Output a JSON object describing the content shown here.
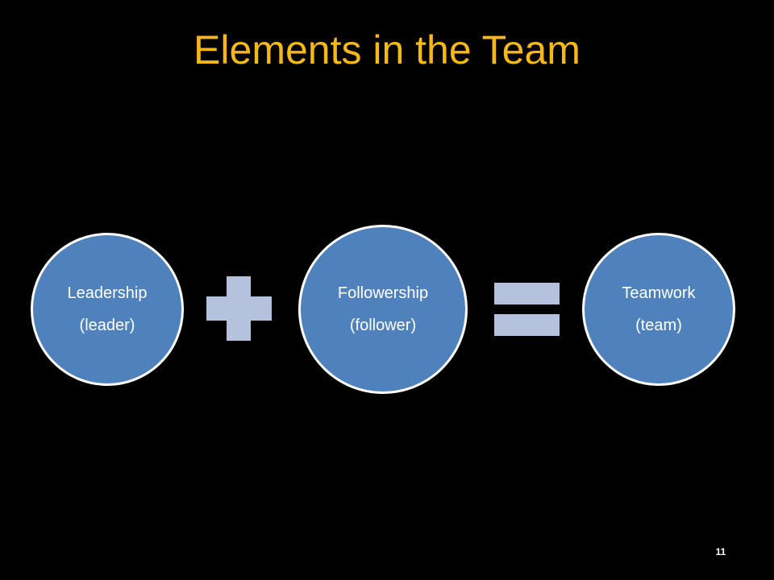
{
  "slide": {
    "title": "Elements in the Team",
    "page_number": "11"
  },
  "diagram": {
    "nodes": [
      {
        "line1": "Leadership",
        "line2": "(leader)"
      },
      {
        "line1": "Followership",
        "line2": "(follower)"
      },
      {
        "line1": "Teamwork",
        "line2": "(team)"
      }
    ],
    "operators": [
      "plus-icon",
      "equals-icon"
    ]
  },
  "colors": {
    "background": "#000000",
    "title": "#F5B817",
    "circle_fill": "#4F81BD",
    "circle_border": "#FFFFFF",
    "operator_fill": "#B4C2DD"
  }
}
